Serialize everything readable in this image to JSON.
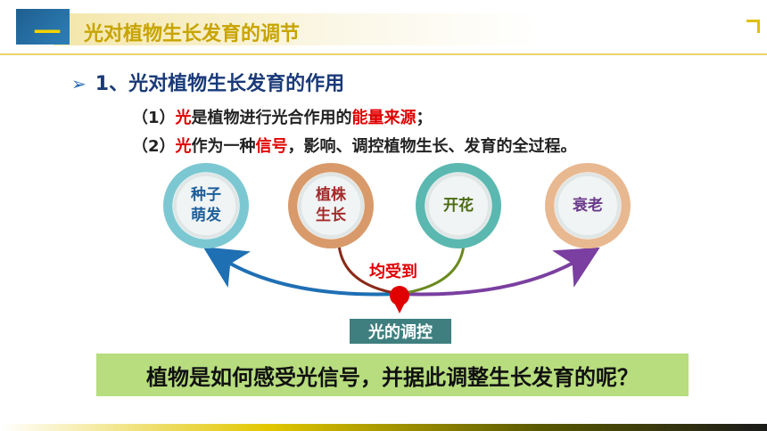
{
  "header": {
    "section_number": "一",
    "title": "光对植物生长发育的调节"
  },
  "subheading": {
    "bullet": "➢",
    "text": "1、光对植物生长发育的作用"
  },
  "lines": [
    {
      "prefix": "（1）",
      "red1": "光",
      "mid": "是植物进行光合作用的",
      "red2": "能量来源",
      "suffix": "；"
    },
    {
      "prefix": "（2）",
      "red1": "光",
      "mid": "作为一种",
      "red2": "信号",
      "suffix": "，影响、调控植物生长、发育的全过程。"
    }
  ],
  "stages": [
    {
      "label": "种子\n萌发",
      "color": "#1f5f9a",
      "ring": "#7cc8d2"
    },
    {
      "label": "植株\n生长",
      "color": "#a52a2a",
      "ring": "#d89a6a"
    },
    {
      "label": "开花",
      "color": "#4a6a10",
      "ring": "#5ab8b0"
    },
    {
      "label": "衰老",
      "color": "#6a3a8a",
      "ring": "#e8b890"
    }
  ],
  "receive_label": "均受到",
  "control_label": "光的调控",
  "question": "植物是如何感受光信号，并据此调整生长发育的呢？",
  "colors": {
    "accent": "#c8a400",
    "red": "#e00000",
    "question_bg": "#b7dd7e",
    "control_bg": "#3f7f7f"
  }
}
